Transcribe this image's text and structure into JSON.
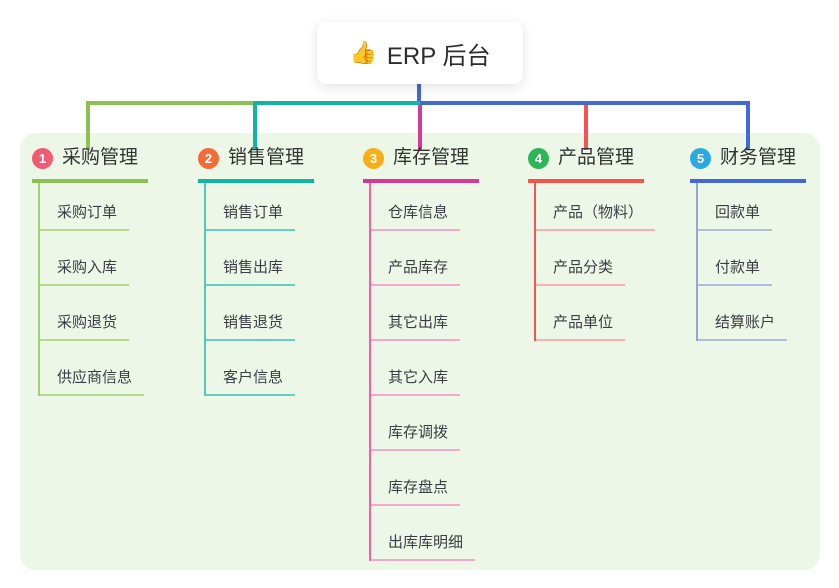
{
  "root": {
    "icon": "👍",
    "label": "ERP 后台"
  },
  "panel": {
    "background": "#ECF7E8"
  },
  "connector": {
    "stem_color": "#4569D4"
  },
  "branches": [
    {
      "num": "1",
      "title": "采购管理",
      "badge_color": "#EF5B70",
      "line_color": "#8CC152",
      "trunk_color": "#A2D175",
      "subline_color": "#B4DA8E",
      "children": [
        "采购订单",
        "采购入库",
        "采购退货",
        "供应商信息"
      ]
    },
    {
      "num": "2",
      "title": "销售管理",
      "badge_color": "#F26C35",
      "line_color": "#12B5A4",
      "trunk_color": "#52C8BB",
      "subline_color": "#66CFC3",
      "children": [
        "销售订单",
        "销售出库",
        "销售退货",
        "客户信息"
      ]
    },
    {
      "num": "3",
      "title": "库存管理",
      "badge_color": "#F9AE17",
      "line_color": "#D63897",
      "trunk_color": "#EE62A5",
      "subline_color": "#F4A8CD",
      "children": [
        "仓库信息",
        "产品库存",
        "其它出库",
        "其它入库",
        "库存调拨",
        "库存盘点",
        "出库库明细"
      ]
    },
    {
      "num": "4",
      "title": "产品管理",
      "badge_color": "#2FB457",
      "line_color": "#F4544C",
      "trunk_color": "#EE5A52",
      "subline_color": "#F8B1AD",
      "children": [
        "产品（物料）",
        "产品分类",
        "产品单位"
      ]
    },
    {
      "num": "5",
      "title": "财务管理",
      "badge_color": "#2BA9E0",
      "line_color": "#4569D4",
      "trunk_color": "#94A6D6",
      "subline_color": "#AEBCDF",
      "children": [
        "回款单",
        "付款单",
        "结算账户"
      ]
    }
  ]
}
